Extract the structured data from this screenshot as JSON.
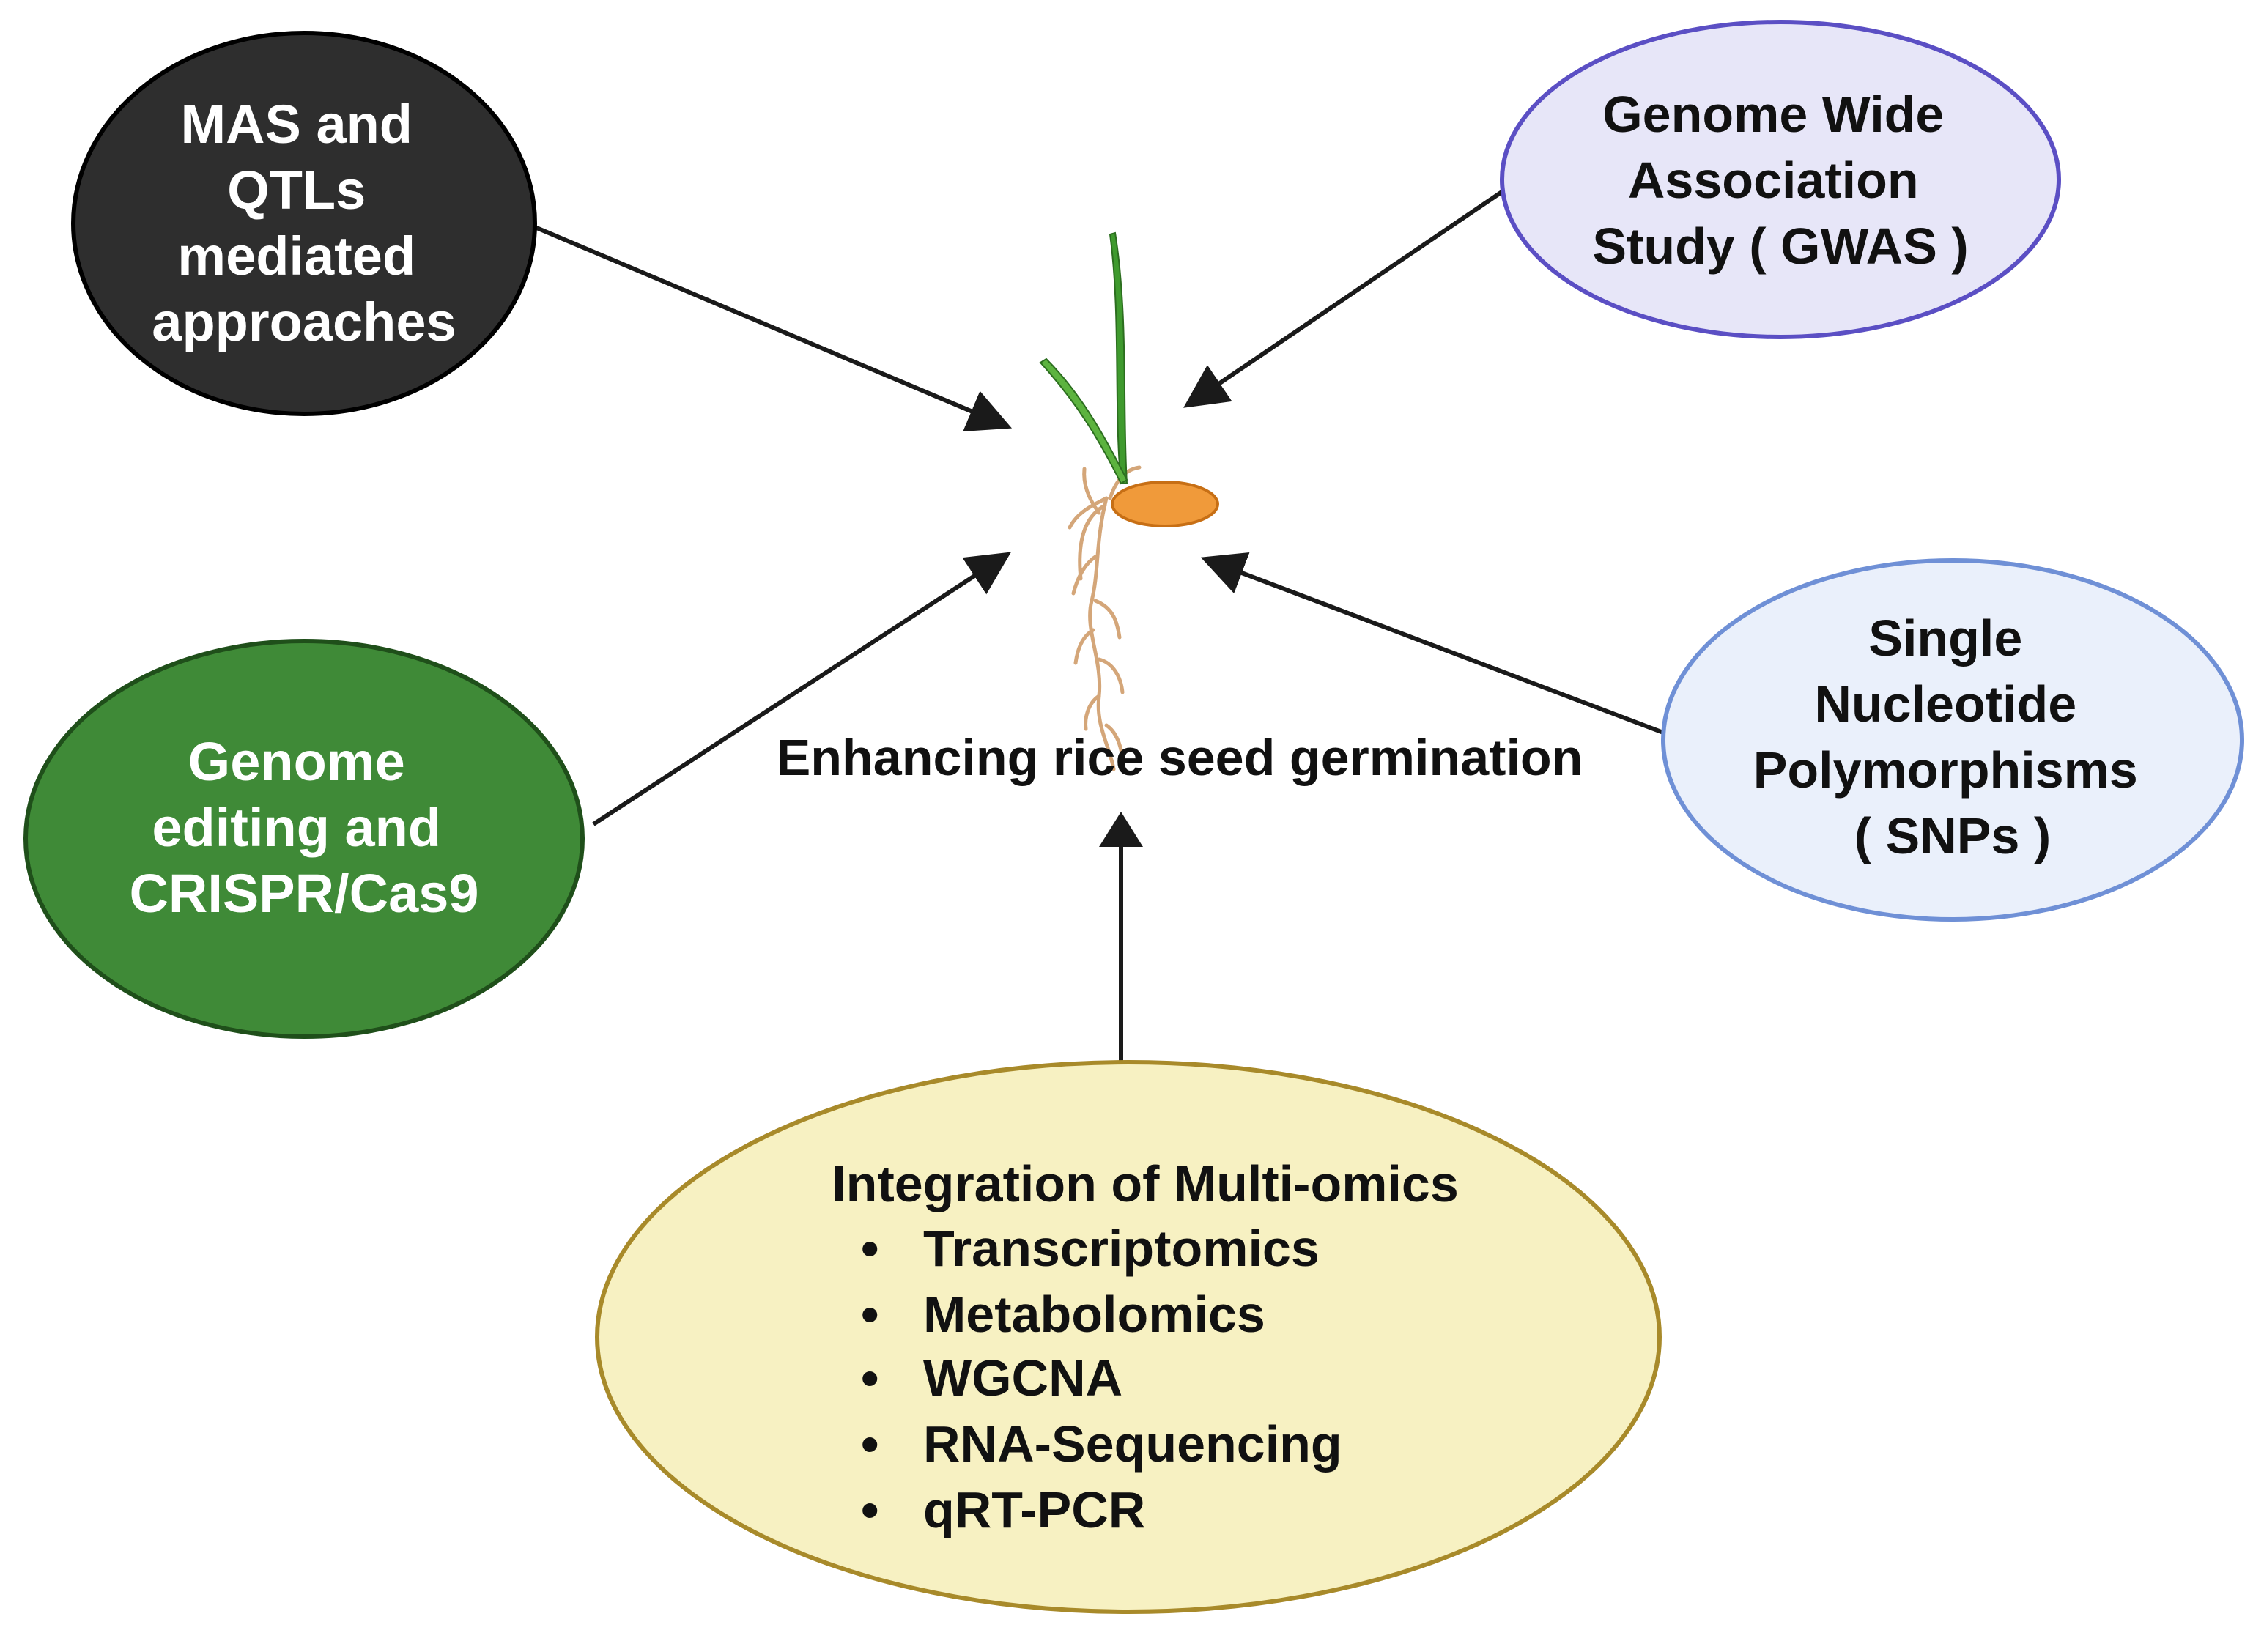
{
  "diagram": {
    "center_title": "Enhancing rice seed germination",
    "nodes": {
      "mas": {
        "lines": [
          "MAS and",
          "QTLs",
          "mediated",
          "approaches"
        ],
        "fill": "#2e2e2e",
        "stroke": "#000000",
        "text_color": "#ffffff"
      },
      "gwas": {
        "lines": [
          "Genome Wide",
          "Association",
          "Study ( GWAS )"
        ],
        "fill": "#e7e6f8",
        "stroke": "#5b4fc4",
        "text_color": "#111111"
      },
      "crispr": {
        "lines": [
          "Genome",
          "editing and",
          "CRISPR/Cas9"
        ],
        "fill": "#3f8a37",
        "stroke": "#1f4f1a",
        "text_color": "#ffffff"
      },
      "snps": {
        "lines": [
          "Single",
          "Nucleotide",
          "Polymorphisms",
          "( SNPs )"
        ],
        "fill": "#eaf0fb",
        "stroke": "#6f90d6",
        "text_color": "#111111"
      },
      "omics": {
        "heading": "Integration of Multi-omics",
        "items": [
          "Transcriptomics",
          "Metabolomics",
          "WGCNA",
          "RNA-Sequencing",
          "qRT-PCR"
        ],
        "bullet": "•",
        "fill": "#f7f1c2",
        "stroke": "#a88a2a",
        "text_color": "#111111"
      }
    },
    "colors": {
      "arrow": "#1a1a1a",
      "leaf": "#3f9a2e",
      "seed": "#f09a3a",
      "root": "#d4a679"
    }
  }
}
